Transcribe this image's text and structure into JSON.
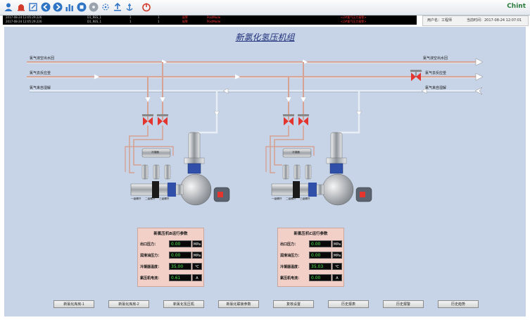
{
  "toolbar": {
    "icons": [
      "user-icon",
      "bell-icon",
      "edit-icon",
      "back-icon",
      "forward-icon",
      "chart-icon",
      "stop-icon",
      "disc-icon",
      "network-icon",
      "upload-icon",
      "anchor-icon",
      "power-icon"
    ],
    "brand": "Chint",
    "brand_suffix": "",
    "colors": {
      "blue": "#2e73c4",
      "red": "#d23a2a",
      "green": "#2a7a3a"
    }
  },
  "alarms": [
    {
      "time": "2017-08-24 12:05:29.226",
      "tag": "D1_RES_1",
      "col3": "1",
      "col4": "1",
      "state": "报警",
      "type": "PostMode",
      "desc": "<2#氯气压力报警>"
    },
    {
      "time": "2017-08-24 12:05:29.226",
      "tag": "D1_RES_1",
      "col3": "1",
      "col4": "1",
      "state": "报警",
      "type": "PostMode",
      "desc": "<2#氯气压力报警>"
    }
  ],
  "user": {
    "label": "用户名：工程师",
    "time_label": "当前时间：2017-08-24 12:07:01"
  },
  "screen": {
    "title": "新氯化氢压机组",
    "pipes": {
      "steam": "氯气液空出水回",
      "reaction": "氯气去反应釜",
      "sewer": "氯气来自湿解",
      "steam_r": "氯气液空出水回",
      "reaction_r": "氯气去反应釜",
      "sewer_r": "氯气来自湿解"
    },
    "equipment_labels": {
      "cooler": "冷凝器",
      "stage1": "一级螺杆",
      "stage2": "二级螺杆",
      "stage3": "三级螺杆"
    }
  },
  "panels": [
    {
      "title": "新氯压机B运行参数",
      "rows": [
        {
          "label": "出口压力：",
          "value": "0.00",
          "unit": "MPa"
        },
        {
          "label": "润滑油压力：",
          "value": "0.00",
          "unit": "MPa"
        },
        {
          "label": "冷凝器温度：",
          "value": "35.00",
          "unit": "℃"
        },
        {
          "label": "氯压机电流：",
          "value": "0.61",
          "unit": "A"
        }
      ]
    },
    {
      "title": "新氯压机C运行参数",
      "rows": [
        {
          "label": "出口压力：",
          "value": "0.00",
          "unit": "MPa"
        },
        {
          "label": "润滑油压力：",
          "value": "0.00",
          "unit": "MPa"
        },
        {
          "label": "冷凝器温度：",
          "value": "35.03",
          "unit": "℃"
        },
        {
          "label": "氯压机电流：",
          "value": "0.00",
          "unit": "A"
        }
      ]
    }
  ],
  "nav": [
    "新氯化库房-1",
    "新氯化库房-2",
    "新氯化氢压机",
    "新氯化联锁参数",
    "复核设置",
    "历史报表",
    "历史报警",
    "历史趋势"
  ]
}
